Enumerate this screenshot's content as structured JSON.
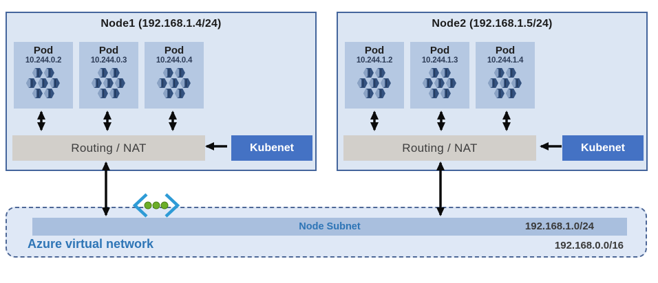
{
  "nodes": [
    {
      "title": "Node1 (192.168.1.4/24)",
      "pods": [
        {
          "label": "Pod",
          "ip": "10.244.0.2"
        },
        {
          "label": "Pod",
          "ip": "10.244.0.3"
        },
        {
          "label": "Pod",
          "ip": "10.244.0.4"
        }
      ],
      "routing_label": "Routing / NAT",
      "kubenet_label": "Kubenet"
    },
    {
      "title": "Node2 (192.168.1.5/24)",
      "pods": [
        {
          "label": "Pod",
          "ip": "10.244.1.2"
        },
        {
          "label": "Pod",
          "ip": "10.244.1.3"
        },
        {
          "label": "Pod",
          "ip": "10.244.1.4"
        }
      ],
      "routing_label": "Routing / NAT",
      "kubenet_label": "Kubenet"
    }
  ],
  "vnet": {
    "label": "Azure virtual network",
    "cidr": "192.168.0.0/16",
    "subnet": {
      "label": "Node Subnet",
      "cidr": "192.168.1.0/24"
    }
  },
  "icons": {
    "pod": "container-cluster-icon",
    "vnet": "virtual-network-icon"
  },
  "colors": {
    "node_fill": "#dce6f3",
    "node_border": "#44659c",
    "pod_fill": "#b5c8e2",
    "pod_icon": "#33517e",
    "routing_fill": "#d2cfca",
    "kubenet_fill": "#4472c4",
    "subnet_fill": "#a9bfde",
    "vnet_fill": "#dfe8f6",
    "vnet_border": "#4d6796",
    "accent_blue": "#2e75b6",
    "vnet_icon_blue": "#2e9bd6",
    "vnet_icon_green": "#6cae28",
    "arrow": "#0b0b0b"
  }
}
